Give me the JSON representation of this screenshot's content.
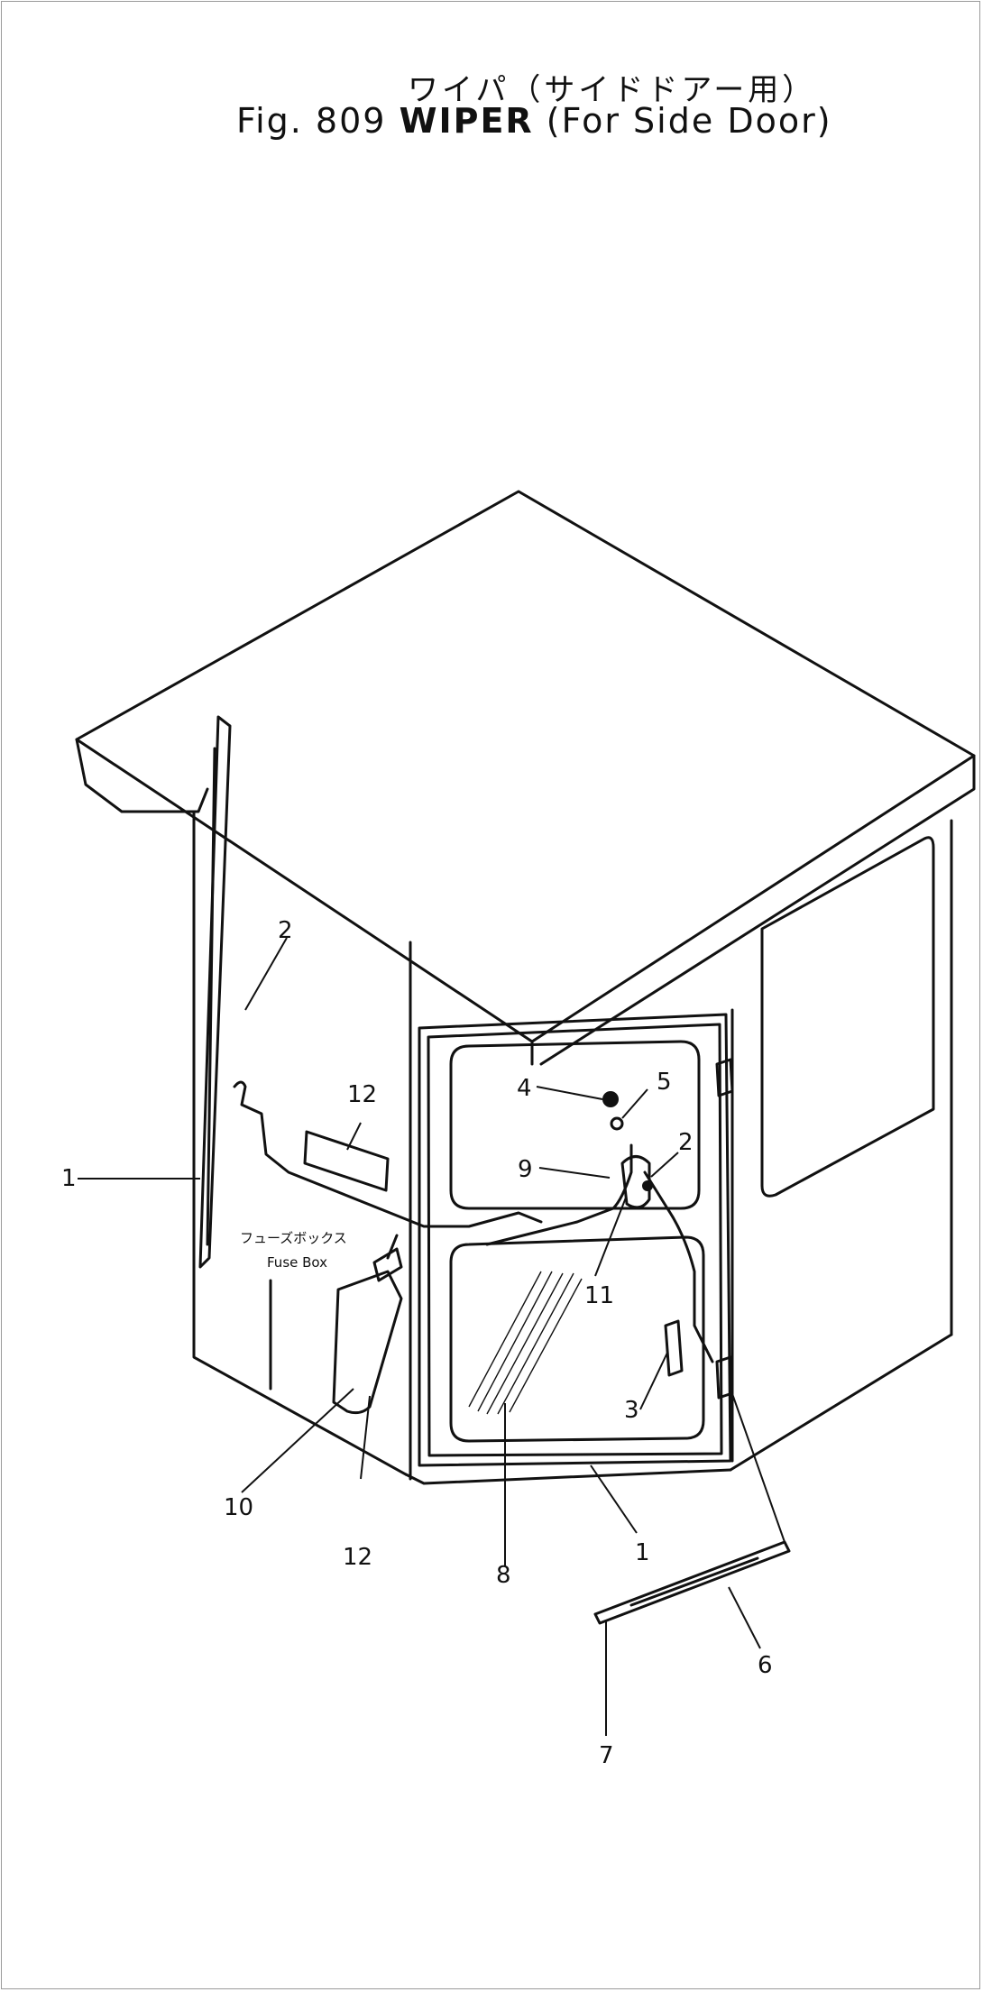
{
  "title": {
    "japanese": "ワイパ（サイドドアー用）",
    "figure": "Fig. 809",
    "name": "WIPER",
    "qualifier": "(For Side Door)"
  },
  "fuse_box": {
    "label_jp": "フューズボックス",
    "label_en": "Fuse Box"
  },
  "callouts": [
    {
      "id": "c1a",
      "text": "1"
    },
    {
      "id": "c2a",
      "text": "2"
    },
    {
      "id": "c12a",
      "text": "12"
    },
    {
      "id": "c4",
      "text": "4"
    },
    {
      "id": "c5",
      "text": "5"
    },
    {
      "id": "c9",
      "text": "9"
    },
    {
      "id": "c2b",
      "text": "2"
    },
    {
      "id": "c11",
      "text": "11"
    },
    {
      "id": "c3",
      "text": "3"
    },
    {
      "id": "c10",
      "text": "10"
    },
    {
      "id": "c12b",
      "text": "12"
    },
    {
      "id": "c8",
      "text": "8"
    },
    {
      "id": "c1b",
      "text": "1"
    },
    {
      "id": "c6",
      "text": "6"
    },
    {
      "id": "c7",
      "text": "7"
    }
  ]
}
